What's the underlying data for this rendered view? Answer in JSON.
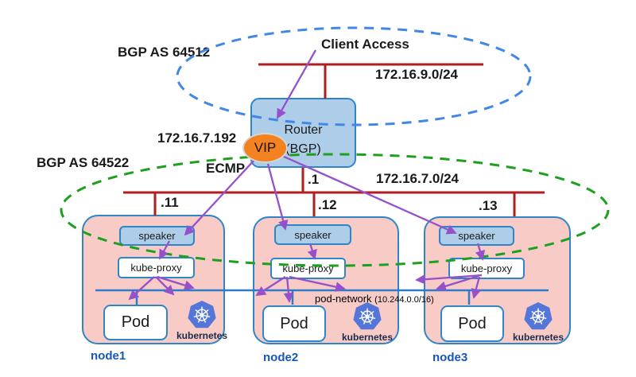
{
  "colors": {
    "red_line": "#B01E1E",
    "blue_dashed": "#4187E7",
    "green_dashed": "#1EA01E",
    "purple_arrow": "#9451C9",
    "box_fill_blue": "#AECDE9",
    "box_border_blue": "#2E86C8",
    "node_fill_pink": "#F8CBC7",
    "vip_orange": "#F58220",
    "pod_network_blue": "#2E7BC9",
    "node_label_blue": "#1757B8",
    "k8s_logo_blue": "#5476D8",
    "k8s_text": "#1A2B4A",
    "text_dark": "#1A1A1A"
  },
  "bgp_as_top": {
    "label": "BGP AS 64512",
    "network": "172.16.9.0/24"
  },
  "client_access": {
    "label": "Client Access"
  },
  "router": {
    "name": "Router",
    "protocol": "(BGP)",
    "interface_ip": ".1"
  },
  "vip": {
    "label": "VIP",
    "address": "172.16.7.192"
  },
  "bgp_as_bottom": {
    "label": "BGP AS 64522",
    "ecmp_label": "ECMP",
    "network": "172.16.7.0/24"
  },
  "pod_network": {
    "label": "pod-network",
    "cidr": "(10.244.0.0/16)"
  },
  "nodes": [
    {
      "name": "node1",
      "ip": ".11",
      "speaker_label": "speaker",
      "kube_proxy_label": "kube-proxy",
      "pod_label": "Pod",
      "k8s_label": "kubernetes"
    },
    {
      "name": "node2",
      "ip": ".12",
      "speaker_label": "speaker",
      "kube_proxy_label": "kube-proxy",
      "pod_label": "Pod",
      "k8s_label": "kubernetes"
    },
    {
      "name": "node3",
      "ip": ".13",
      "speaker_label": "speaker",
      "kube_proxy_label": "kube-proxy",
      "pod_label": "Pod",
      "k8s_label": "kubernetes"
    }
  ]
}
